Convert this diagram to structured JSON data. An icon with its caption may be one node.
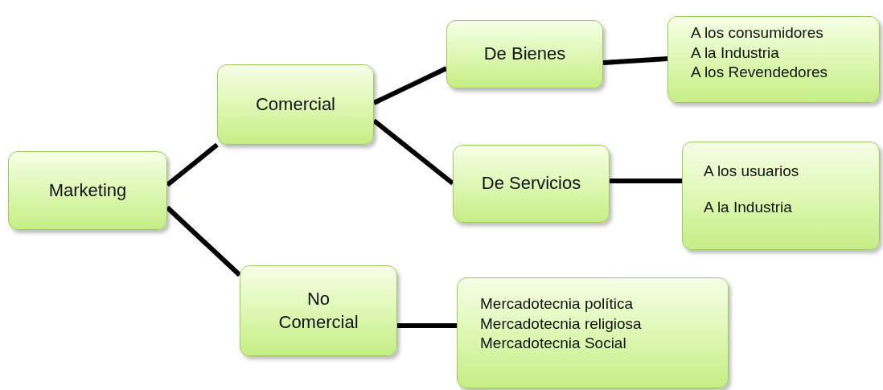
{
  "diagram": {
    "nodes": [
      {
        "text": [
          "Marketing"
        ]
      },
      {
        "text": [
          "Comercial"
        ]
      },
      {
        "text": [
          "De Bienes"
        ]
      },
      {
        "text": [
          "A los consumidores",
          "A la Industria",
          "A los Revendedores"
        ]
      },
      {
        "text": [
          "De Servicios"
        ]
      },
      {
        "text": [
          "A los usuarios",
          "A la Industria"
        ]
      },
      {
        "text": [
          "No Comercial"
        ]
      },
      {
        "text": [
          "Mercadotecnia política",
          "Mercadotecnia religiosa",
          "Mercadotecnia Social"
        ]
      }
    ],
    "edges": [
      {
        "from": 0,
        "to": 1,
        "arrow": "none"
      },
      {
        "from": 0,
        "to": 6,
        "arrow": "none"
      },
      {
        "from": 1,
        "to": 2,
        "arrow": "none"
      },
      {
        "from": 1,
        "to": 4,
        "arrow": "none"
      },
      {
        "from": 2,
        "to": 3,
        "arrow": "none"
      },
      {
        "from": 4,
        "to": 5,
        "arrow": "none"
      },
      {
        "from": 6,
        "to": 7,
        "arrow": "none"
      }
    ]
  }
}
